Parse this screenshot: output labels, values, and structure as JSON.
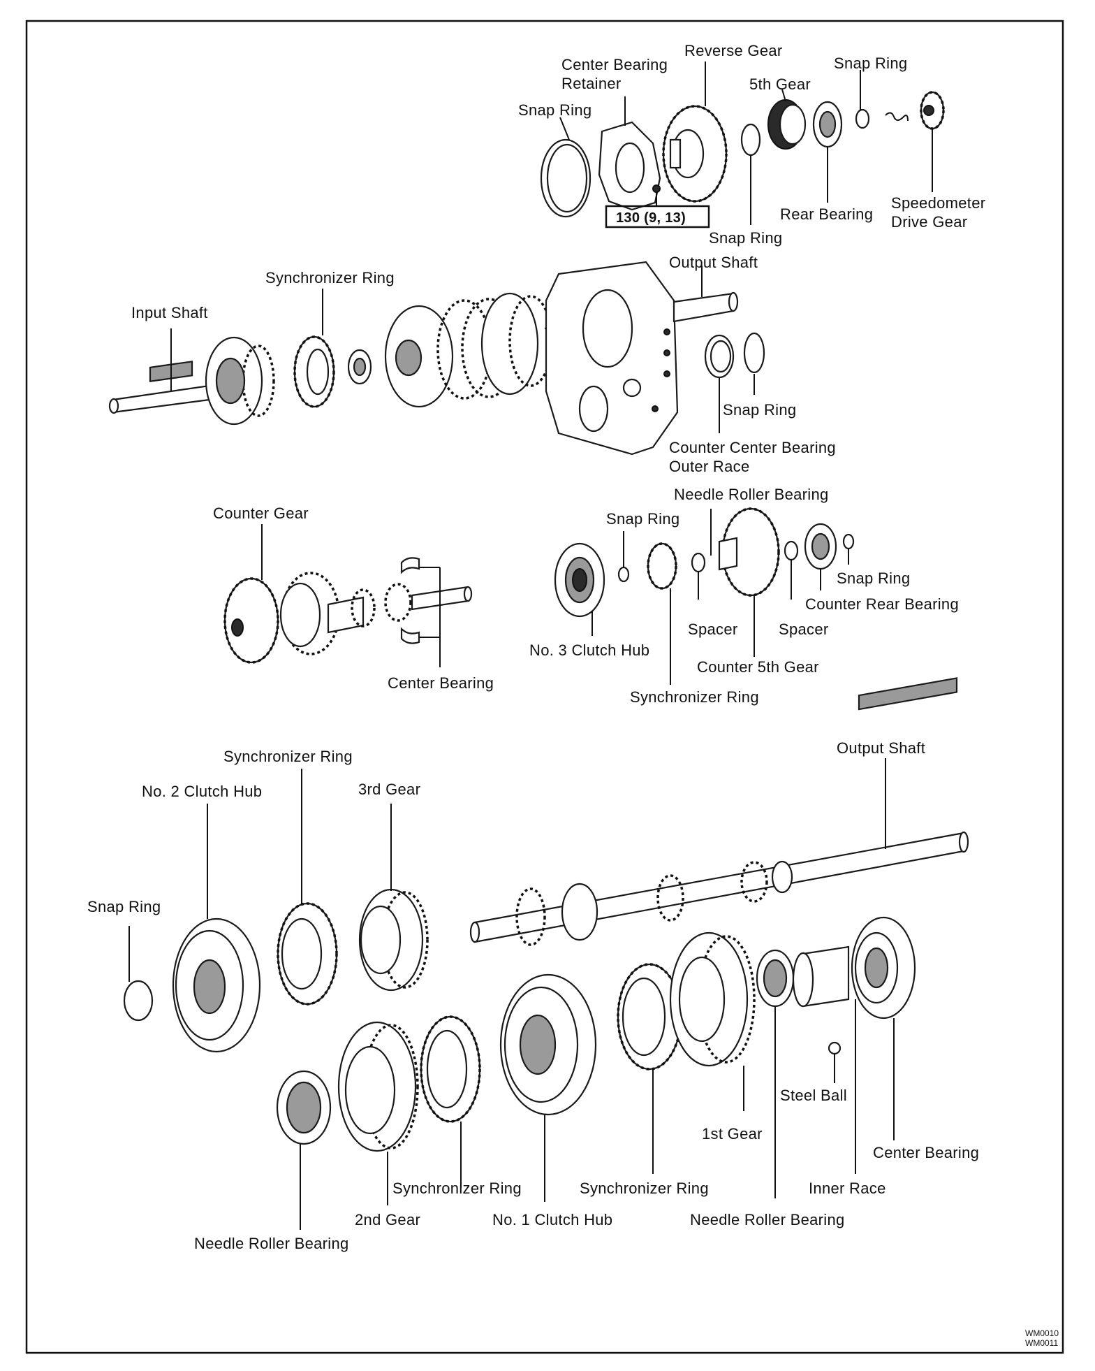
{
  "diagram": {
    "labels": {
      "snap_ring_1": "Snap Ring",
      "center_bearing_retainer_1": "Center Bearing",
      "center_bearing_retainer_2": "Retainer",
      "reverse_gear": "Reverse Gear",
      "fifth_gear": "5th Gear",
      "snap_ring_2": "Snap Ring",
      "torque_spec": "130 (9, 13)",
      "snap_ring_3": "Snap Ring",
      "rear_bearing": "Rear Bearing",
      "speedometer_1": "Speedometer",
      "speedometer_2": "Drive Gear",
      "output_shaft_top": "Output Shaft",
      "synchronizer_ring_top": "Synchronizer Ring",
      "input_shaft": "Input Shaft",
      "snap_ring_4": "Snap Ring",
      "counter_center_1": "Counter Center Bearing",
      "counter_center_2": "Outer Race",
      "needle_roller_bearing_top": "Needle Roller Bearing",
      "counter_gear": "Counter Gear",
      "snap_ring_5": "Snap Ring",
      "snap_ring_6": "Snap Ring",
      "counter_rear_bearing": "Counter Rear Bearing",
      "spacer_1": "Spacer",
      "spacer_2": "Spacer",
      "no3_clutch_hub": "No. 3 Clutch Hub",
      "counter_5th_gear": "Counter 5th Gear",
      "center_bearing_mid": "Center Bearing",
      "synchronizer_ring_mid": "Synchronizer Ring",
      "synchronizer_ring_3rd": "Synchronizer Ring",
      "output_shaft_bottom": "Output Shaft",
      "no2_clutch_hub": "No. 2 Clutch Hub",
      "third_gear": "3rd Gear",
      "snap_ring_7": "Snap Ring",
      "steel_ball": "Steel Ball",
      "first_gear": "1st Gear",
      "center_bearing_bottom": "Center Bearing",
      "synchronizer_ring_2nd": "Synchronizer Ring",
      "synchronizer_ring_1st": "Synchronizer Ring",
      "inner_race": "Inner Race",
      "second_gear": "2nd Gear",
      "no1_clutch_hub": "No. 1 Clutch Hub",
      "needle_roller_bearing_1st": "Needle Roller Bearing",
      "needle_roller_bearing_2nd": "Needle Roller Bearing",
      "code_1": "WM0010",
      "code_2": "WM0011"
    }
  }
}
